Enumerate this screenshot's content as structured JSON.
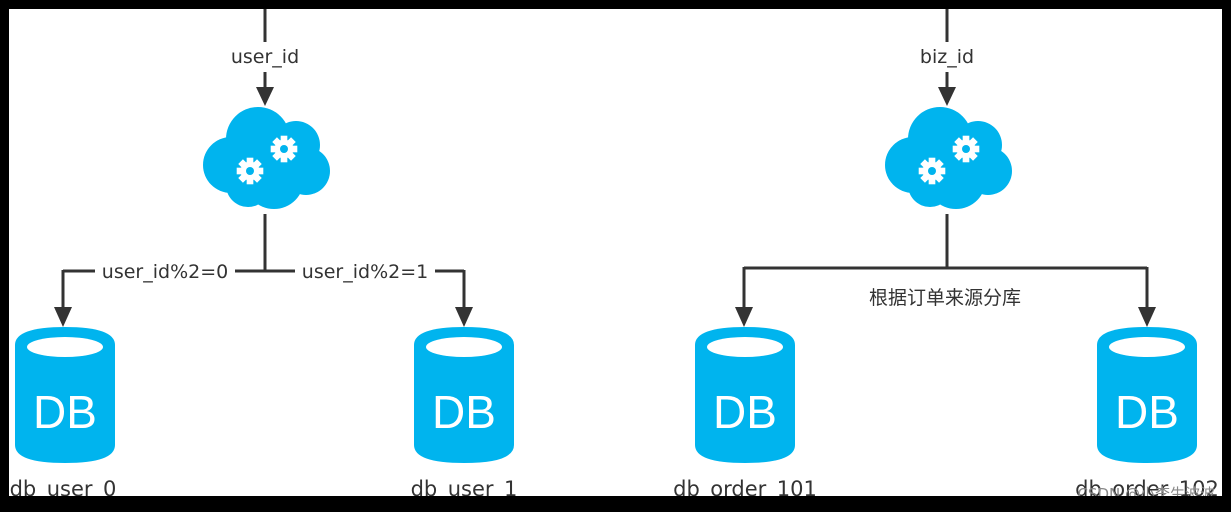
{
  "left": {
    "input_label": "user_id",
    "branch_left_label": "user_id%2=0",
    "branch_right_label": "user_id%2=1",
    "db_left_icon_text": "DB",
    "db_left_name": "db_user_0",
    "db_right_icon_text": "DB",
    "db_right_name": "db_user_1"
  },
  "right": {
    "input_label": "biz_id",
    "branch_label": "根据订单来源分库",
    "db_left_icon_text": "DB",
    "db_left_name": "db_order_101",
    "db_right_icon_text": "DB",
    "db_right_name": "db_order_102"
  },
  "watermark": "CSDN @小李生波波",
  "colors": {
    "db_blue": "#00b4ee",
    "cloud_blue": "#00b4ee",
    "line": "#333333",
    "background": "#ffffff"
  },
  "icons": [
    "cloud-gear-icon",
    "database-icon"
  ]
}
